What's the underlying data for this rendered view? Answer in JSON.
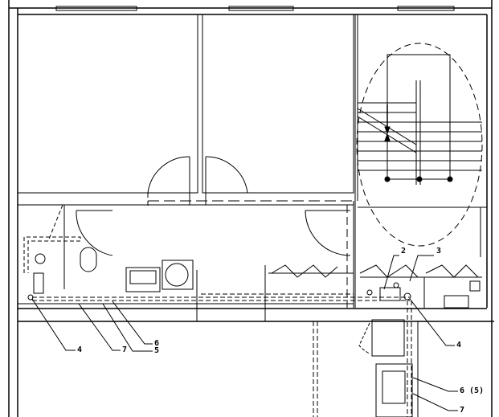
{
  "callouts": {
    "c2": "2",
    "c3": "3",
    "c4_left": "4",
    "c7_left": "7",
    "c6_left": "6",
    "c5_left": "5",
    "c4_right": "4",
    "c65_right": "6 (5)",
    "c7_right": "7"
  },
  "colors": {
    "line": "#000000",
    "background": "#ffffff"
  }
}
